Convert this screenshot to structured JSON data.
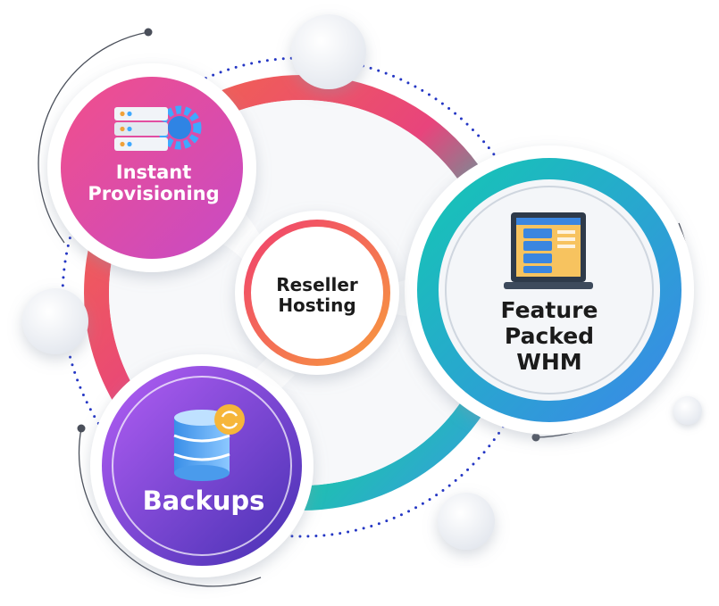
{
  "center": {
    "line1": "Reseller",
    "line2": "Hosting"
  },
  "nodes": {
    "provisioning": {
      "line1": "Instant",
      "line2": "Provisioning"
    },
    "whm": {
      "line1": "Feature",
      "line2": "Packed",
      "line3": "WHM"
    },
    "backups": {
      "label": "Backups"
    }
  },
  "icons": {
    "provisioning": "server-gear-icon",
    "whm": "server-monitor-icon",
    "backups": "database-sync-icon"
  },
  "colors": {
    "provisioning": [
      "#e8488f",
      "#c84bc0"
    ],
    "whm": [
      "#13c9b2",
      "#3c94e6"
    ],
    "backups": [
      "#b05cf3",
      "#4b2fb5"
    ],
    "ring": [
      "#f46b45",
      "#e8447c",
      "#19c7a8",
      "#3b96e6"
    ],
    "dots": "#2436c4"
  }
}
